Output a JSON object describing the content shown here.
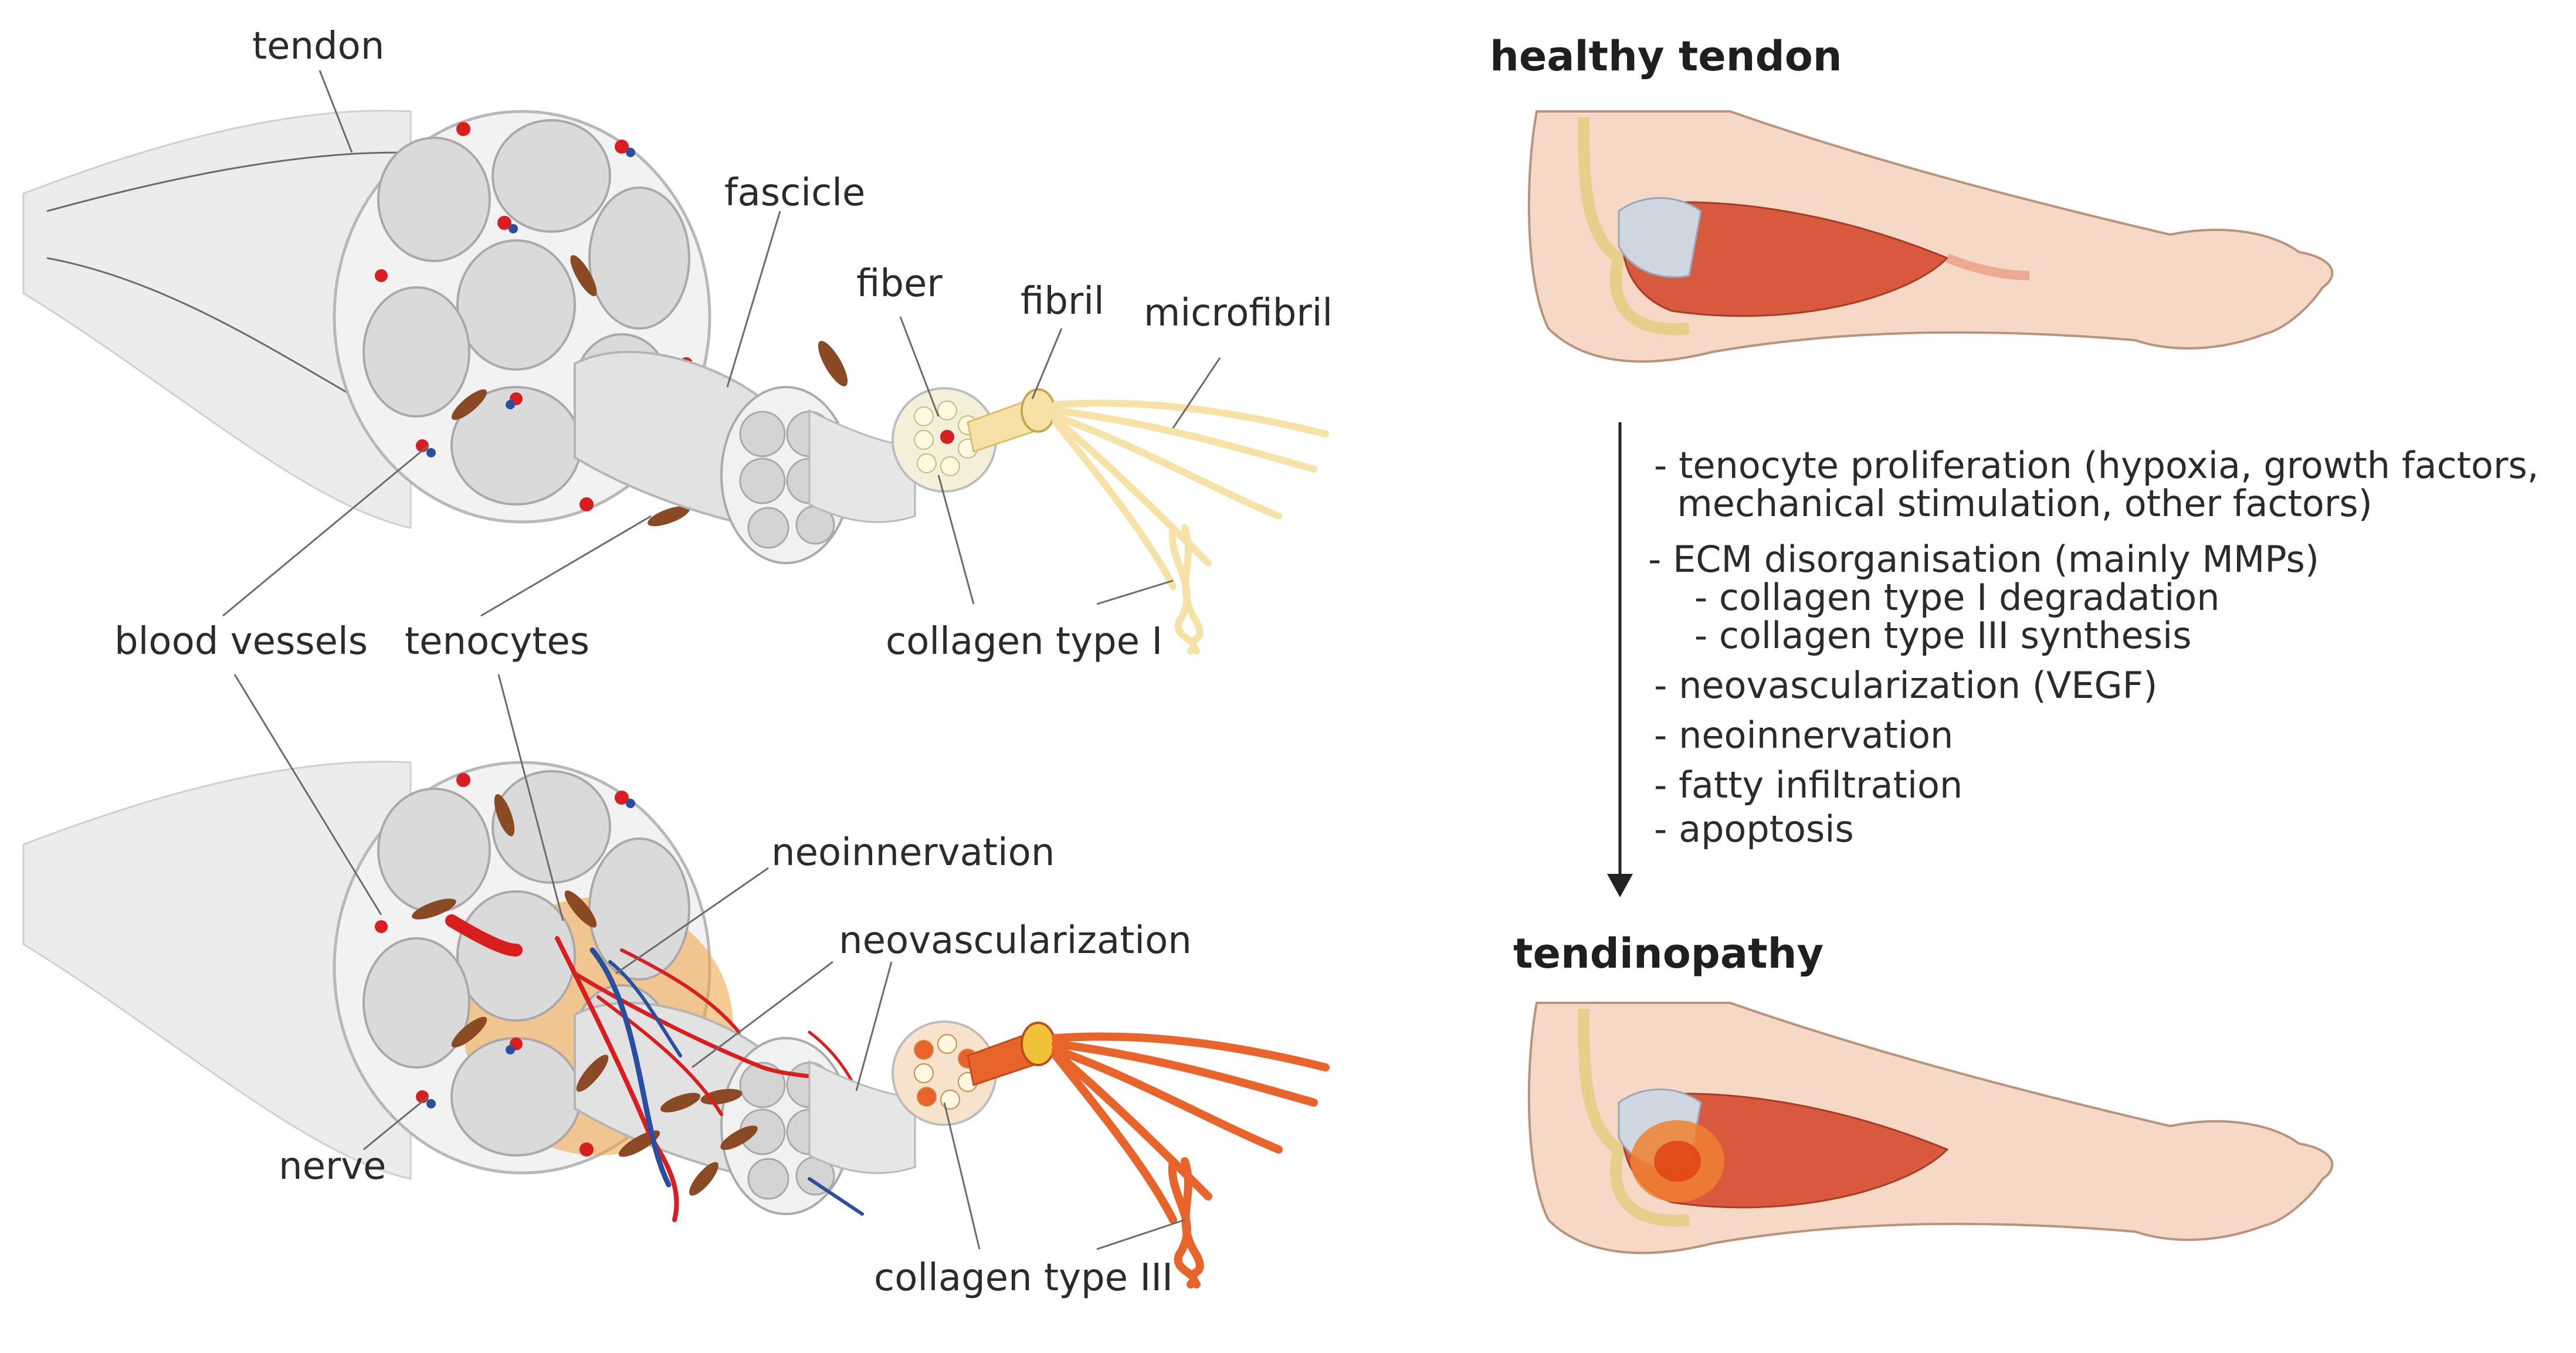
{
  "labels": {
    "tendon": "tendon",
    "fascicle": "fascicle",
    "fiber": "fiber",
    "fibril": "fibril",
    "microfibril": "microfibril",
    "blood_vessels": "blood vessels",
    "tenocytes": "tenocytes",
    "collagen_type_1": "collagen type I",
    "neoinnervation": "neoinnervation",
    "neovascularization": "neovascularization",
    "nerve": "nerve",
    "collagen_type_3": "collagen type III"
  },
  "panels": {
    "healthy_title": "healthy tendon",
    "tendinopathy_title": "tendinopathy"
  },
  "process": [
    "- tenocyte proliferation (hypoxia, growth factors,",
    "  mechanical stimulation, other factors)",
    "- ECM disorganisation (mainly MMPs)",
    "    - collagen type I degradation",
    "    - collagen type III synthesis",
    "- neovascularization (VEGF)",
    "- neoinnervation",
    "- fatty infiltration",
    "- apoptosis"
  ],
  "colors": {
    "tissue": "#e6e6e6",
    "bundle": "#d2d2d2",
    "tenocyte": "#8a4a24",
    "vessel_red": "#d81e1e",
    "vessel_blue": "#2b4fa0",
    "collagen_1": "#f6e2a6",
    "collagen_3": "#e8642a",
    "inflammation": "#f0a040",
    "muscle": "#d9593f",
    "skin": "#f6d8c6"
  }
}
